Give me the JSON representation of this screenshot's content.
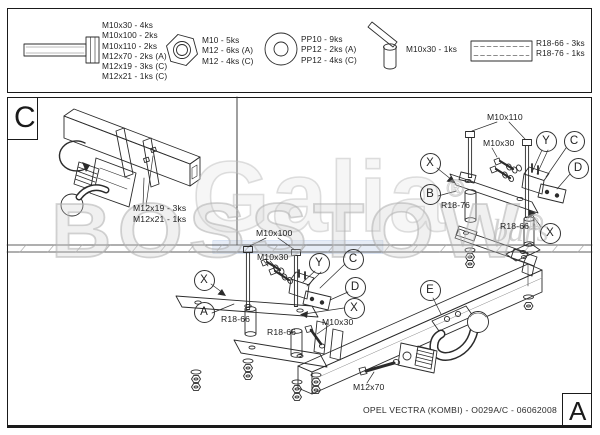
{
  "parts_list": {
    "bolts": {
      "items": [
        "M10x30 - 4ks",
        "M10x100 - 2ks",
        "M10x110 - 2ks",
        "M12x70 - 2ks (A)",
        "M12x19 - 3ks (C)",
        "M12x21 - 1ks (C)"
      ]
    },
    "nuts": {
      "items": [
        "M10 - 5ks",
        "M12 - 6ks (A)",
        "M12 - 4ks (C)"
      ]
    },
    "washers": {
      "items": [
        "PP10 - 9ks",
        "PP12 - 2ks (A)",
        "PP12 - 4ks (C)"
      ]
    },
    "pin_bolt": {
      "label": "M10x30 - 1ks"
    },
    "plates": {
      "items": [
        "R18-66 - 3ks",
        "R18-76 - 1ks"
      ]
    }
  },
  "detail_view": {
    "letter": "C",
    "labels": [
      "M12x19 - 3ks",
      "M12x21 - 1ks"
    ]
  },
  "sheet": {
    "revision": "A",
    "caption": "OPEL VECTRA (KOMBI) - O029A/C - 06062008"
  },
  "watermark": {
    "brand": "BOSSTOW",
    "overlay": "Galia",
    "script": "bars",
    "registered": "®"
  },
  "diagram": {
    "highlight_color": "#96b4dc",
    "line_color": "#2b2b2b",
    "callouts": [
      {
        "letter": "X"
      },
      {
        "letter": "A"
      },
      {
        "letter": "Y"
      },
      {
        "letter": "C"
      },
      {
        "letter": "D"
      },
      {
        "letter": "X"
      },
      {
        "letter": "X"
      },
      {
        "letter": "B"
      },
      {
        "letter": "Y"
      },
      {
        "letter": "C"
      },
      {
        "letter": "D"
      },
      {
        "letter": "X"
      },
      {
        "letter": "E"
      }
    ],
    "labels": [
      {
        "text": "M10x100"
      },
      {
        "text": "M10x30"
      },
      {
        "text": "R18-66"
      },
      {
        "text": "R18-66"
      },
      {
        "text": "M10x30"
      },
      {
        "text": "M10x110"
      },
      {
        "text": "M10x30"
      },
      {
        "text": "R18-76"
      },
      {
        "text": "R18-66"
      },
      {
        "text": "M12x70"
      }
    ]
  }
}
